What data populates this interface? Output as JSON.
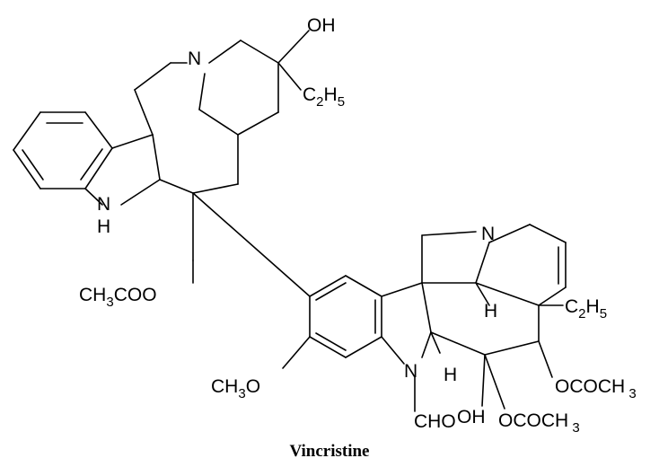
{
  "caption": "Vincristine",
  "atom_labels": {
    "oh_top": "OH",
    "n_top": "N",
    "ethyl_top": {
      "c": "C",
      "sub1": "2",
      "h": "H",
      "sub2": "5"
    },
    "nh_n": "N",
    "nh_h": "H",
    "acetate": {
      "ch": "CH",
      "sub": "3",
      "rest": "COO"
    },
    "n_right": "N",
    "h_right": "H",
    "ethyl_right": {
      "c": "C",
      "sub1": "2",
      "h": "H",
      "sub2": "5"
    },
    "methoxy": {
      "ch": "CH",
      "sub": "3",
      "rest": "O"
    },
    "n_lower": "N",
    "h_lower": "H",
    "ococh3_upper": {
      "main": "OCOCH",
      "sub": " 3"
    },
    "oh_lower": "OH",
    "ococh3_lower": {
      "main": "OCOCH",
      "sub": " 3"
    },
    "cho": "CHO"
  }
}
